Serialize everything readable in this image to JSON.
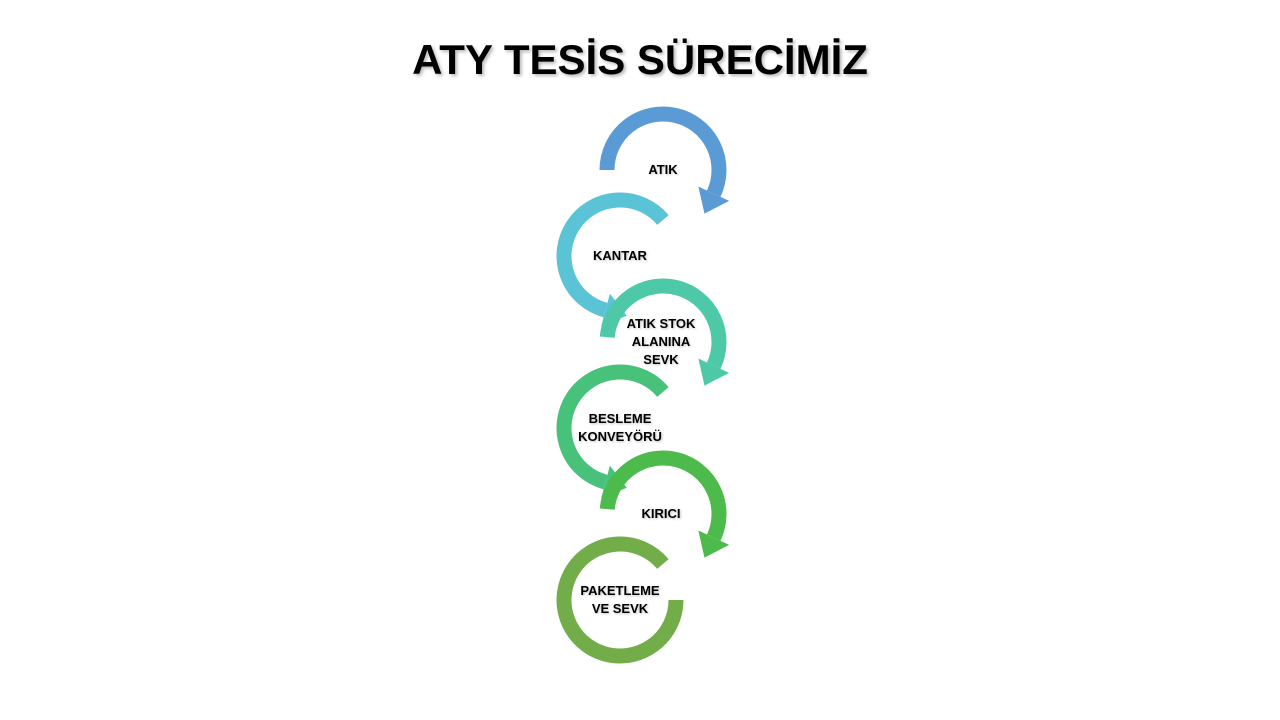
{
  "title": "ATY TESİS SÜRECİMİZ",
  "steps": [
    {
      "lines": [
        "ATIK"
      ],
      "color": "#5b9bd5"
    },
    {
      "lines": [
        "KANTAR"
      ],
      "color": "#5ac3d6"
    },
    {
      "lines": [
        "ATIK STOK",
        "ALANINA",
        "SEVK"
      ],
      "color": "#4dc9a8"
    },
    {
      "lines": [
        "BESLEME",
        "KONVEYÖRÜ"
      ],
      "color": "#48c17a"
    },
    {
      "lines": [
        "KIRICI"
      ],
      "color": "#4cbb4c"
    },
    {
      "lines": [
        "PAKETLEME",
        "VE SEVK"
      ],
      "color": "#72ad4a"
    }
  ]
}
